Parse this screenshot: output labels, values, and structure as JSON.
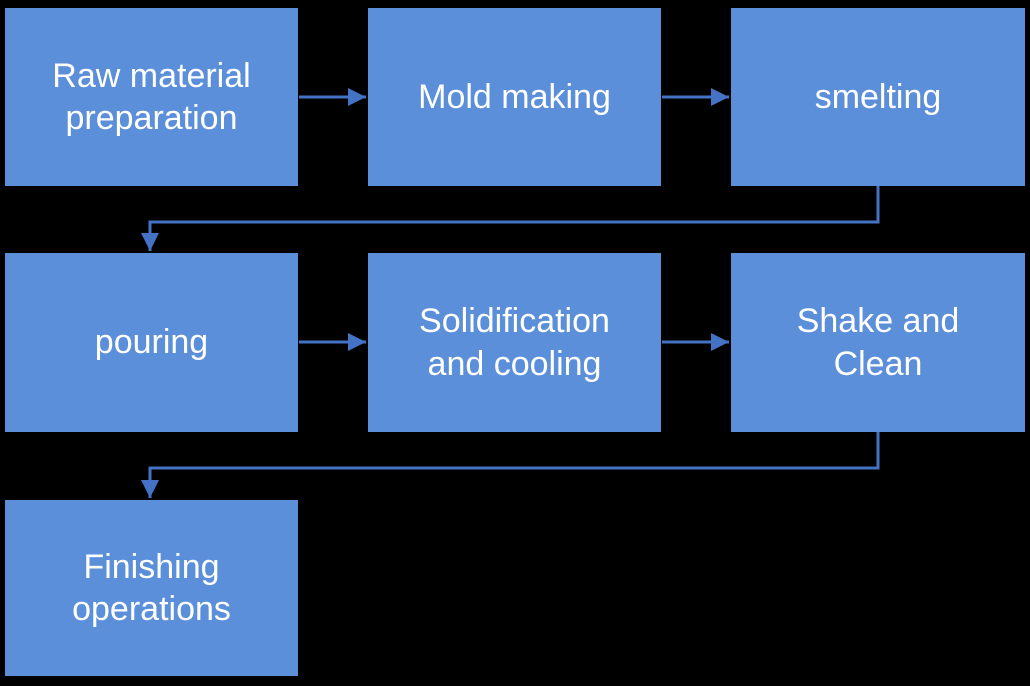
{
  "colors": {
    "background": "#000000",
    "node_fill": "#5B8FD9",
    "node_text": "#FFFFFF",
    "connector": "#4472C4"
  },
  "nodes": [
    {
      "label": "Raw material preparation"
    },
    {
      "label": "Mold making"
    },
    {
      "label": "smelting"
    },
    {
      "label": "pouring"
    },
    {
      "label": "Solidification and cooling"
    },
    {
      "label": "Shake and Clean"
    },
    {
      "label": "Finishing operations"
    }
  ],
  "connections": [
    {
      "from": "Raw material preparation",
      "to": "Mold making",
      "type": "straight-right"
    },
    {
      "from": "Mold making",
      "to": "smelting",
      "type": "straight-right"
    },
    {
      "from": "smelting",
      "to": "pouring",
      "type": "elbow-down-left-down"
    },
    {
      "from": "pouring",
      "to": "Solidification and cooling",
      "type": "straight-right"
    },
    {
      "from": "Solidification and cooling",
      "to": "Shake and Clean",
      "type": "straight-right"
    },
    {
      "from": "Shake and Clean",
      "to": "Finishing operations",
      "type": "elbow-down-left-down"
    }
  ]
}
